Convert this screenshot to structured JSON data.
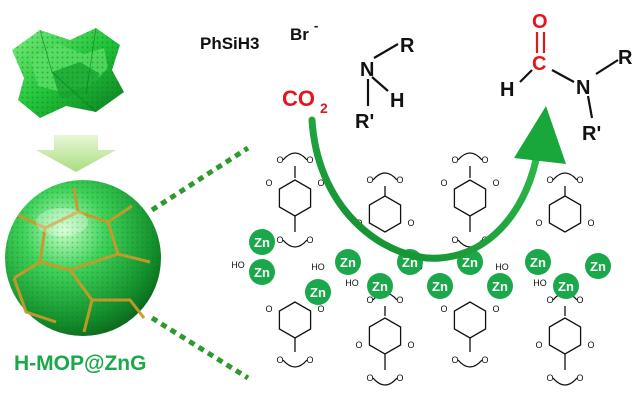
{
  "labels": {
    "reductant": "PhSiH3",
    "bromide": "Br",
    "bromide_charge": "-",
    "co2_text": "CO",
    "co2_sub": "2",
    "catalyst_name": "H-MOP@ZnG"
  },
  "amine": {
    "N": "N",
    "H": "H",
    "R": "R",
    "R_prime": "R'"
  },
  "formamide": {
    "O": "O",
    "C": "C",
    "H": "H",
    "N": "N",
    "R": "R",
    "R_prime": "R'"
  },
  "framework": {
    "metal": "Zn",
    "hydroxyl": "HO",
    "oxygen": "O"
  },
  "colors": {
    "red": "#e8141b",
    "green_arrow": "#19a63a",
    "zn_fill": "#1aa84a",
    "dotted_green": "#2e9a2e",
    "text": "#111111"
  },
  "icons": [
    "crumpled-nanosheet",
    "down-arrow",
    "catalyst-sphere",
    "curved-arrow"
  ]
}
